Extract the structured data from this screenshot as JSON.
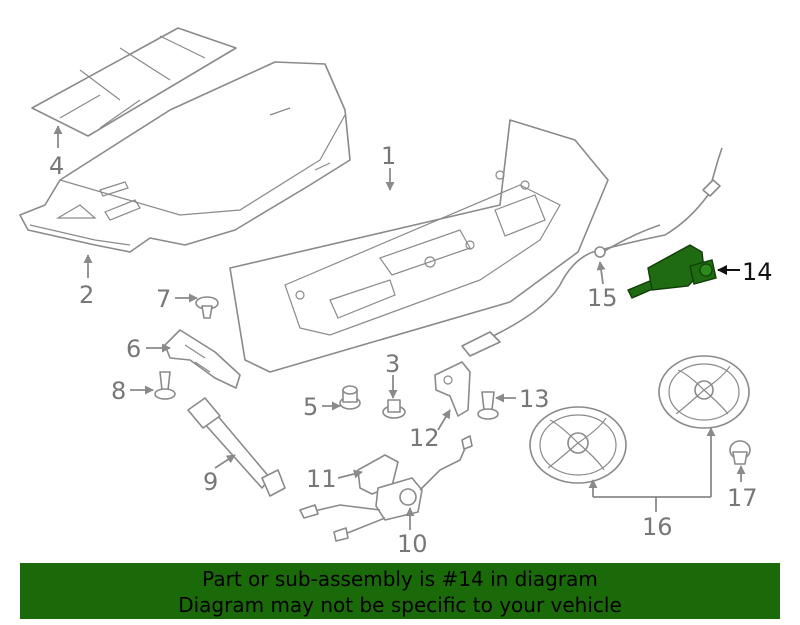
{
  "diagram": {
    "callouts": [
      "1",
      "2",
      "3",
      "4",
      "5",
      "6",
      "7",
      "8",
      "9",
      "10",
      "11",
      "12",
      "13",
      "14",
      "15",
      "16",
      "17"
    ],
    "highlighted_part": "14",
    "highlight_color": "#1f6b12"
  },
  "banner": {
    "line1": "Part or sub-assembly is #14 in diagram",
    "line2": "Diagram may not be specific to your vehicle",
    "background": "#1a6a0a"
  }
}
